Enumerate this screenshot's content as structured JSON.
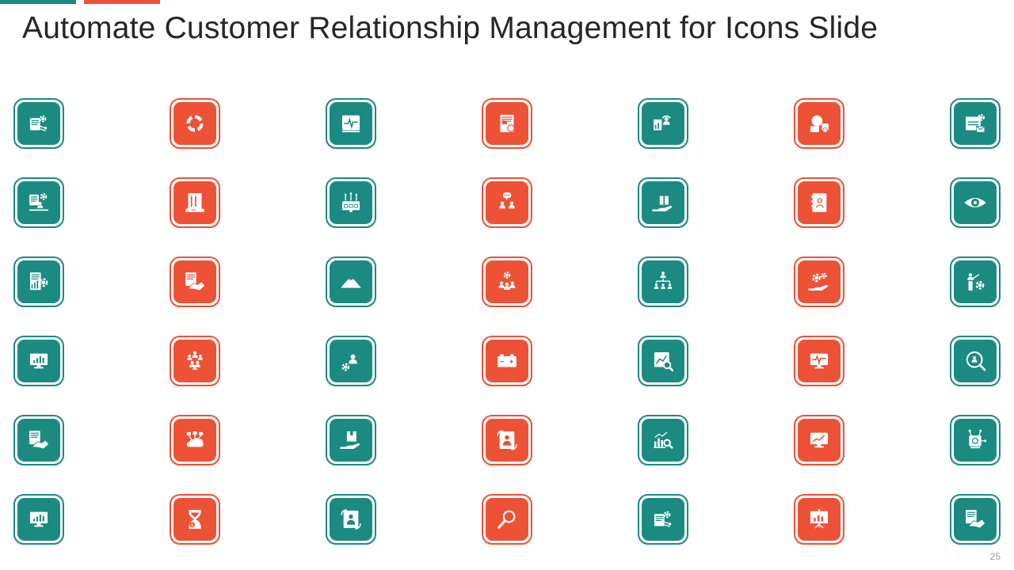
{
  "slide": {
    "title": "Automate Customer Relationship Management for Icons Slide",
    "page_number": "25"
  },
  "colors": {
    "teal": "#1b8a80",
    "orange": "#ed5136",
    "title_text": "#262626",
    "page_number_text": "#9a9a9a"
  },
  "icon_rows": [
    [
      {
        "icon": "document-network-gear-icon",
        "color": "teal"
      },
      {
        "icon": "circular-arrows-icon",
        "color": "orange"
      },
      {
        "icon": "pulse-monitor-icon",
        "color": "teal"
      },
      {
        "icon": "document-thumbs-up-icon",
        "color": "orange"
      },
      {
        "icon": "support-agent-chart-icon",
        "color": "teal"
      },
      {
        "icon": "idea-settings-icon",
        "color": "orange"
      },
      {
        "icon": "browser-gear-mail-icon",
        "color": "teal"
      }
    ],
    [
      {
        "icon": "document-user-computer-icon",
        "color": "teal"
      },
      {
        "icon": "scroll-banner-icon",
        "color": "orange"
      },
      {
        "icon": "computer-network-icon",
        "color": "teal"
      },
      {
        "icon": "team-chat-icon",
        "color": "orange"
      },
      {
        "icon": "hand-giving-box-icon",
        "color": "teal"
      },
      {
        "icon": "contact-book-icon",
        "color": "orange"
      },
      {
        "icon": "eye-icon",
        "color": "teal"
      }
    ],
    [
      {
        "icon": "report-gear-icon",
        "color": "teal"
      },
      {
        "icon": "handshake-document-icon",
        "color": "orange"
      },
      {
        "icon": "mountain-icon",
        "color": "teal"
      },
      {
        "icon": "team-gear-icon",
        "color": "orange"
      },
      {
        "icon": "org-chart-icon",
        "color": "teal"
      },
      {
        "icon": "hand-gears-icon",
        "color": "orange"
      },
      {
        "icon": "presenter-gear-icon",
        "color": "teal"
      }
    ],
    [
      {
        "icon": "monitor-chart-icon",
        "color": "teal"
      },
      {
        "icon": "crowd-group-icon",
        "color": "orange"
      },
      {
        "icon": "user-gear-icon",
        "color": "teal"
      },
      {
        "icon": "battery-icon",
        "color": "orange"
      },
      {
        "icon": "trend-magnifier-icon",
        "color": "teal"
      },
      {
        "icon": "monitor-pulse-icon",
        "color": "orange"
      },
      {
        "icon": "user-search-icon",
        "color": "teal"
      }
    ],
    [
      {
        "icon": "handshake-document-icon",
        "color": "teal"
      },
      {
        "icon": "cloud-lock-network-icon",
        "color": "orange"
      },
      {
        "icon": "hand-box-icon",
        "color": "teal"
      },
      {
        "icon": "user-refresh-icon",
        "color": "orange"
      },
      {
        "icon": "bar-chart-search-icon",
        "color": "teal"
      },
      {
        "icon": "monitor-trend-icon",
        "color": "orange"
      },
      {
        "icon": "network-hub-icon",
        "color": "teal"
      }
    ],
    [
      {
        "icon": "monitor-chart-icon",
        "color": "teal"
      },
      {
        "icon": "hourglass-money-icon",
        "color": "orange"
      },
      {
        "icon": "user-refresh-icon",
        "color": "teal"
      },
      {
        "icon": "magnifier-icon",
        "color": "orange"
      },
      {
        "icon": "document-network-gear-icon",
        "color": "teal"
      },
      {
        "icon": "presentation-board-icon",
        "color": "orange"
      },
      {
        "icon": "handshake-document-icon",
        "color": "teal"
      }
    ]
  ]
}
